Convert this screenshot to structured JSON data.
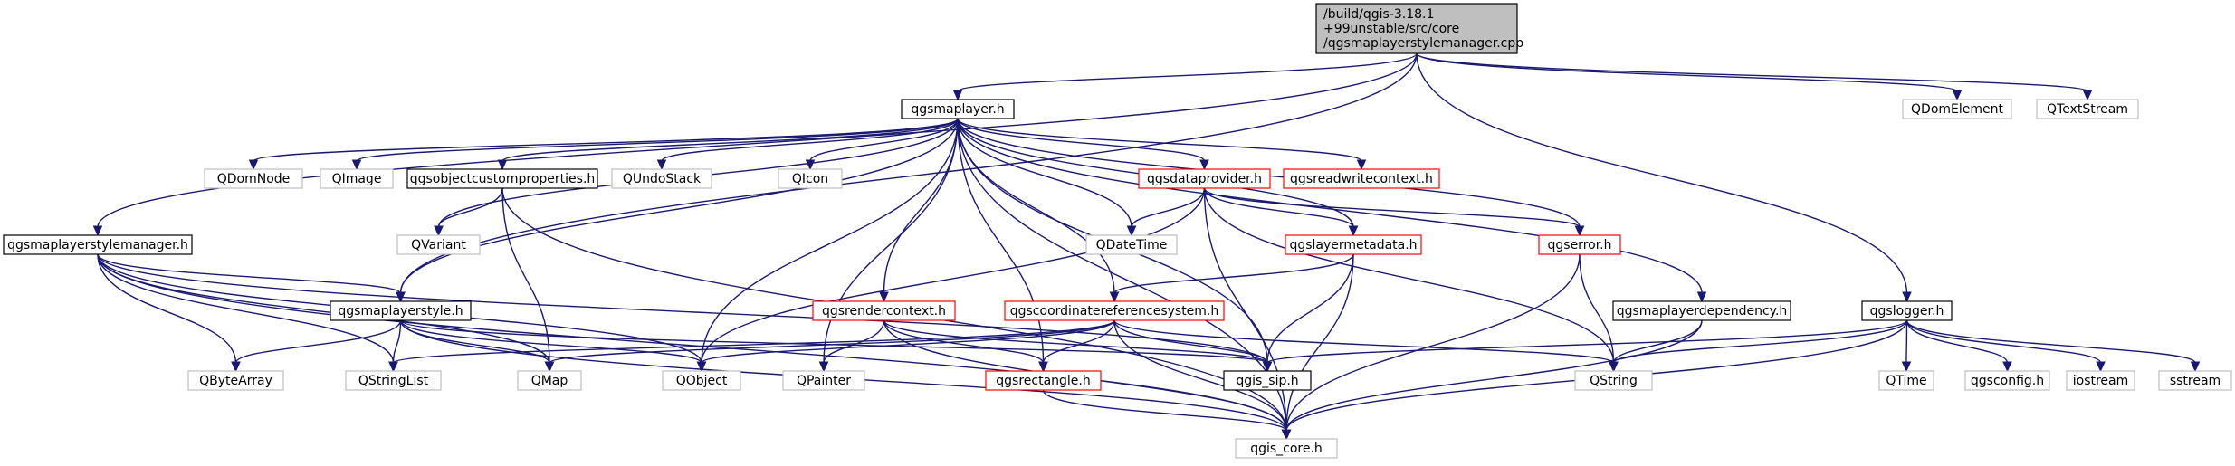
{
  "graph": {
    "colors": {
      "edge": "#191970",
      "root_fill": "#bfbfbf",
      "solid": "#000000",
      "red": "#ff0000",
      "gray": "#bfbfbf"
    },
    "nodes": [
      {
        "id": "root",
        "lines": [
          "/build/qgis-3.18.1",
          "+99unstable/src/core",
          "/qgsmaplayerstylemanager.cpp"
        ],
        "style": "root"
      },
      {
        "id": "qgsmaplayer",
        "lines": [
          "qgsmaplayer.h"
        ],
        "style": "solid"
      },
      {
        "id": "qdomelement",
        "lines": [
          "QDomElement"
        ],
        "style": "gray"
      },
      {
        "id": "qtextstream",
        "lines": [
          "QTextStream"
        ],
        "style": "gray"
      },
      {
        "id": "qdomnode",
        "lines": [
          "QDomNode"
        ],
        "style": "gray"
      },
      {
        "id": "qimage",
        "lines": [
          "QImage"
        ],
        "style": "gray"
      },
      {
        "id": "qgsobjectcustomproperties",
        "lines": [
          "qgsobjectcustomproperties.h"
        ],
        "style": "solid"
      },
      {
        "id": "qundostack",
        "lines": [
          "QUndoStack"
        ],
        "style": "gray"
      },
      {
        "id": "qicon",
        "lines": [
          "QIcon"
        ],
        "style": "gray"
      },
      {
        "id": "qgsdataprovider",
        "lines": [
          "qgsdataprovider.h"
        ],
        "style": "red"
      },
      {
        "id": "qgsreadwritecontext",
        "lines": [
          "qgsreadwritecontext.h"
        ],
        "style": "red"
      },
      {
        "id": "qvariant",
        "lines": [
          "QVariant"
        ],
        "style": "gray"
      },
      {
        "id": "qdatetime",
        "lines": [
          "QDateTime"
        ],
        "style": "gray"
      },
      {
        "id": "qgslayermetadata",
        "lines": [
          "qgslayermetadata.h"
        ],
        "style": "red"
      },
      {
        "id": "qgserror",
        "lines": [
          "qgserror.h"
        ],
        "style": "red"
      },
      {
        "id": "qgsmaplayerstylemanager",
        "lines": [
          "qgsmaplayerstylemanager.h"
        ],
        "style": "solid"
      },
      {
        "id": "qgsmaplayerstyle",
        "lines": [
          "qgsmaplayerstyle.h"
        ],
        "style": "solid"
      },
      {
        "id": "qgsrendercontext",
        "lines": [
          "qgsrendercontext.h"
        ],
        "style": "red"
      },
      {
        "id": "qgscoordinatereferencesystem",
        "lines": [
          "qgscoordinatereferencesystem.h"
        ],
        "style": "red"
      },
      {
        "id": "qgsmaplayerdependency",
        "lines": [
          "qgsmaplayerdependency.h"
        ],
        "style": "solid"
      },
      {
        "id": "qgslogger",
        "lines": [
          "qgslogger.h"
        ],
        "style": "solid"
      },
      {
        "id": "qbytearray",
        "lines": [
          "QByteArray"
        ],
        "style": "gray"
      },
      {
        "id": "qstringlist",
        "lines": [
          "QStringList"
        ],
        "style": "gray"
      },
      {
        "id": "qmap",
        "lines": [
          "QMap"
        ],
        "style": "gray"
      },
      {
        "id": "qobject",
        "lines": [
          "QObject"
        ],
        "style": "gray"
      },
      {
        "id": "qpainter",
        "lines": [
          "QPainter"
        ],
        "style": "gray"
      },
      {
        "id": "qgsrectangle",
        "lines": [
          "qgsrectangle.h"
        ],
        "style": "red"
      },
      {
        "id": "qgis_sip",
        "lines": [
          "qgis_sip.h"
        ],
        "style": "solid"
      },
      {
        "id": "qstring",
        "lines": [
          "QString"
        ],
        "style": "gray"
      },
      {
        "id": "qtime",
        "lines": [
          "QTime"
        ],
        "style": "gray"
      },
      {
        "id": "qgsconfig",
        "lines": [
          "qgsconfig.h"
        ],
        "style": "gray"
      },
      {
        "id": "iostream",
        "lines": [
          "iostream"
        ],
        "style": "gray"
      },
      {
        "id": "sstream",
        "lines": [
          "sstream"
        ],
        "style": "gray"
      },
      {
        "id": "qgis_core",
        "lines": [
          "qgis_core.h"
        ],
        "style": "gray"
      }
    ],
    "edges": [
      [
        "root",
        "qgsmaplayerstylemanager"
      ],
      [
        "root",
        "qgsmaplayer"
      ],
      [
        "root",
        "qgsmaplayerstyle"
      ],
      [
        "root",
        "qdomelement"
      ],
      [
        "root",
        "qtextstream"
      ],
      [
        "root",
        "qgslogger"
      ],
      [
        "qgsmaplayer",
        "qdomnode"
      ],
      [
        "qgsmaplayer",
        "qimage"
      ],
      [
        "qgsmaplayer",
        "qgsobjectcustomproperties"
      ],
      [
        "qgsmaplayer",
        "qundostack"
      ],
      [
        "qgsmaplayer",
        "qicon"
      ],
      [
        "qgsmaplayer",
        "qgsdataprovider"
      ],
      [
        "qgsmaplayer",
        "qgsreadwritecontext"
      ],
      [
        "qgsmaplayer",
        "qvariant"
      ],
      [
        "qgsmaplayer",
        "qdatetime"
      ],
      [
        "qgsmaplayer",
        "qgslayermetadata"
      ],
      [
        "qgsmaplayer",
        "qgserror"
      ],
      [
        "qgsmaplayer",
        "qgsmaplayerstyle"
      ],
      [
        "qgsmaplayer",
        "qgsrendercontext"
      ],
      [
        "qgsmaplayer",
        "qgscoordinatereferencesystem"
      ],
      [
        "qgsmaplayer",
        "qgsmaplayerdependency"
      ],
      [
        "qgsmaplayer",
        "qobject"
      ],
      [
        "qgsmaplayer",
        "qpainter"
      ],
      [
        "qgsmaplayer",
        "qgsrectangle"
      ],
      [
        "qgsmaplayer",
        "qgis_sip"
      ],
      [
        "qgsmaplayer",
        "qgis_core"
      ],
      [
        "qgsobjectcustomproperties",
        "qvariant"
      ],
      [
        "qgsobjectcustomproperties",
        "qmap"
      ],
      [
        "qgsobjectcustomproperties",
        "qgis_core"
      ],
      [
        "qgsdataprovider",
        "qdatetime"
      ],
      [
        "qgsdataprovider",
        "qgslayermetadata"
      ],
      [
        "qgsdataprovider",
        "qgserror"
      ],
      [
        "qgsdataprovider",
        "qobject"
      ],
      [
        "qgsdataprovider",
        "qstring"
      ],
      [
        "qgsdataprovider",
        "qgis_core"
      ],
      [
        "qgslayermetadata",
        "qgscoordinatereferencesystem"
      ],
      [
        "qgslayermetadata",
        "qgis_sip"
      ],
      [
        "qgslayermetadata",
        "qgis_core"
      ],
      [
        "qgserror",
        "qstring"
      ],
      [
        "qgserror",
        "qgis_core"
      ],
      [
        "qgsmaplayerstylemanager",
        "qgsmaplayerstyle"
      ],
      [
        "qgsmaplayerstylemanager",
        "qbytearray"
      ],
      [
        "qgsmaplayerstylemanager",
        "qstringlist"
      ],
      [
        "qgsmaplayerstylemanager",
        "qmap"
      ],
      [
        "qgsmaplayerstylemanager",
        "qobject"
      ],
      [
        "qgsmaplayerstylemanager",
        "qgis_sip"
      ],
      [
        "qgsmaplayerstylemanager",
        "qgis_core"
      ],
      [
        "qgsmaplayerstyle",
        "qbytearray"
      ],
      [
        "qgsmaplayerstyle",
        "qstringlist"
      ],
      [
        "qgsmaplayerstyle",
        "qmap"
      ],
      [
        "qgsmaplayerstyle",
        "qobject"
      ],
      [
        "qgsmaplayerstyle",
        "qgis_sip"
      ],
      [
        "qgsmaplayerstyle",
        "qgis_core"
      ],
      [
        "qgsrendercontext",
        "qpainter"
      ],
      [
        "qgsrendercontext",
        "qgsrectangle"
      ],
      [
        "qgsrendercontext",
        "qgis_sip"
      ],
      [
        "qgsrendercontext",
        "qgis_core"
      ],
      [
        "qgscoordinatereferencesystem",
        "qstringlist"
      ],
      [
        "qgscoordinatereferencesystem",
        "qmap"
      ],
      [
        "qgscoordinatereferencesystem",
        "qobject"
      ],
      [
        "qgscoordinatereferencesystem",
        "qgsrectangle"
      ],
      [
        "qgscoordinatereferencesystem",
        "qgis_sip"
      ],
      [
        "qgscoordinatereferencesystem",
        "qstring"
      ],
      [
        "qgscoordinatereferencesystem",
        "qgis_core"
      ],
      [
        "qgsmaplayerdependency",
        "qstring"
      ],
      [
        "qgsmaplayerdependency",
        "qgis_core"
      ],
      [
        "qgslogger",
        "qgis_sip"
      ],
      [
        "qgslogger",
        "qstring"
      ],
      [
        "qgslogger",
        "qtime"
      ],
      [
        "qgslogger",
        "qgsconfig"
      ],
      [
        "qgslogger",
        "iostream"
      ],
      [
        "qgslogger",
        "sstream"
      ],
      [
        "qgslogger",
        "qgis_core"
      ],
      [
        "qgsrectangle",
        "qgis_core"
      ]
    ]
  }
}
